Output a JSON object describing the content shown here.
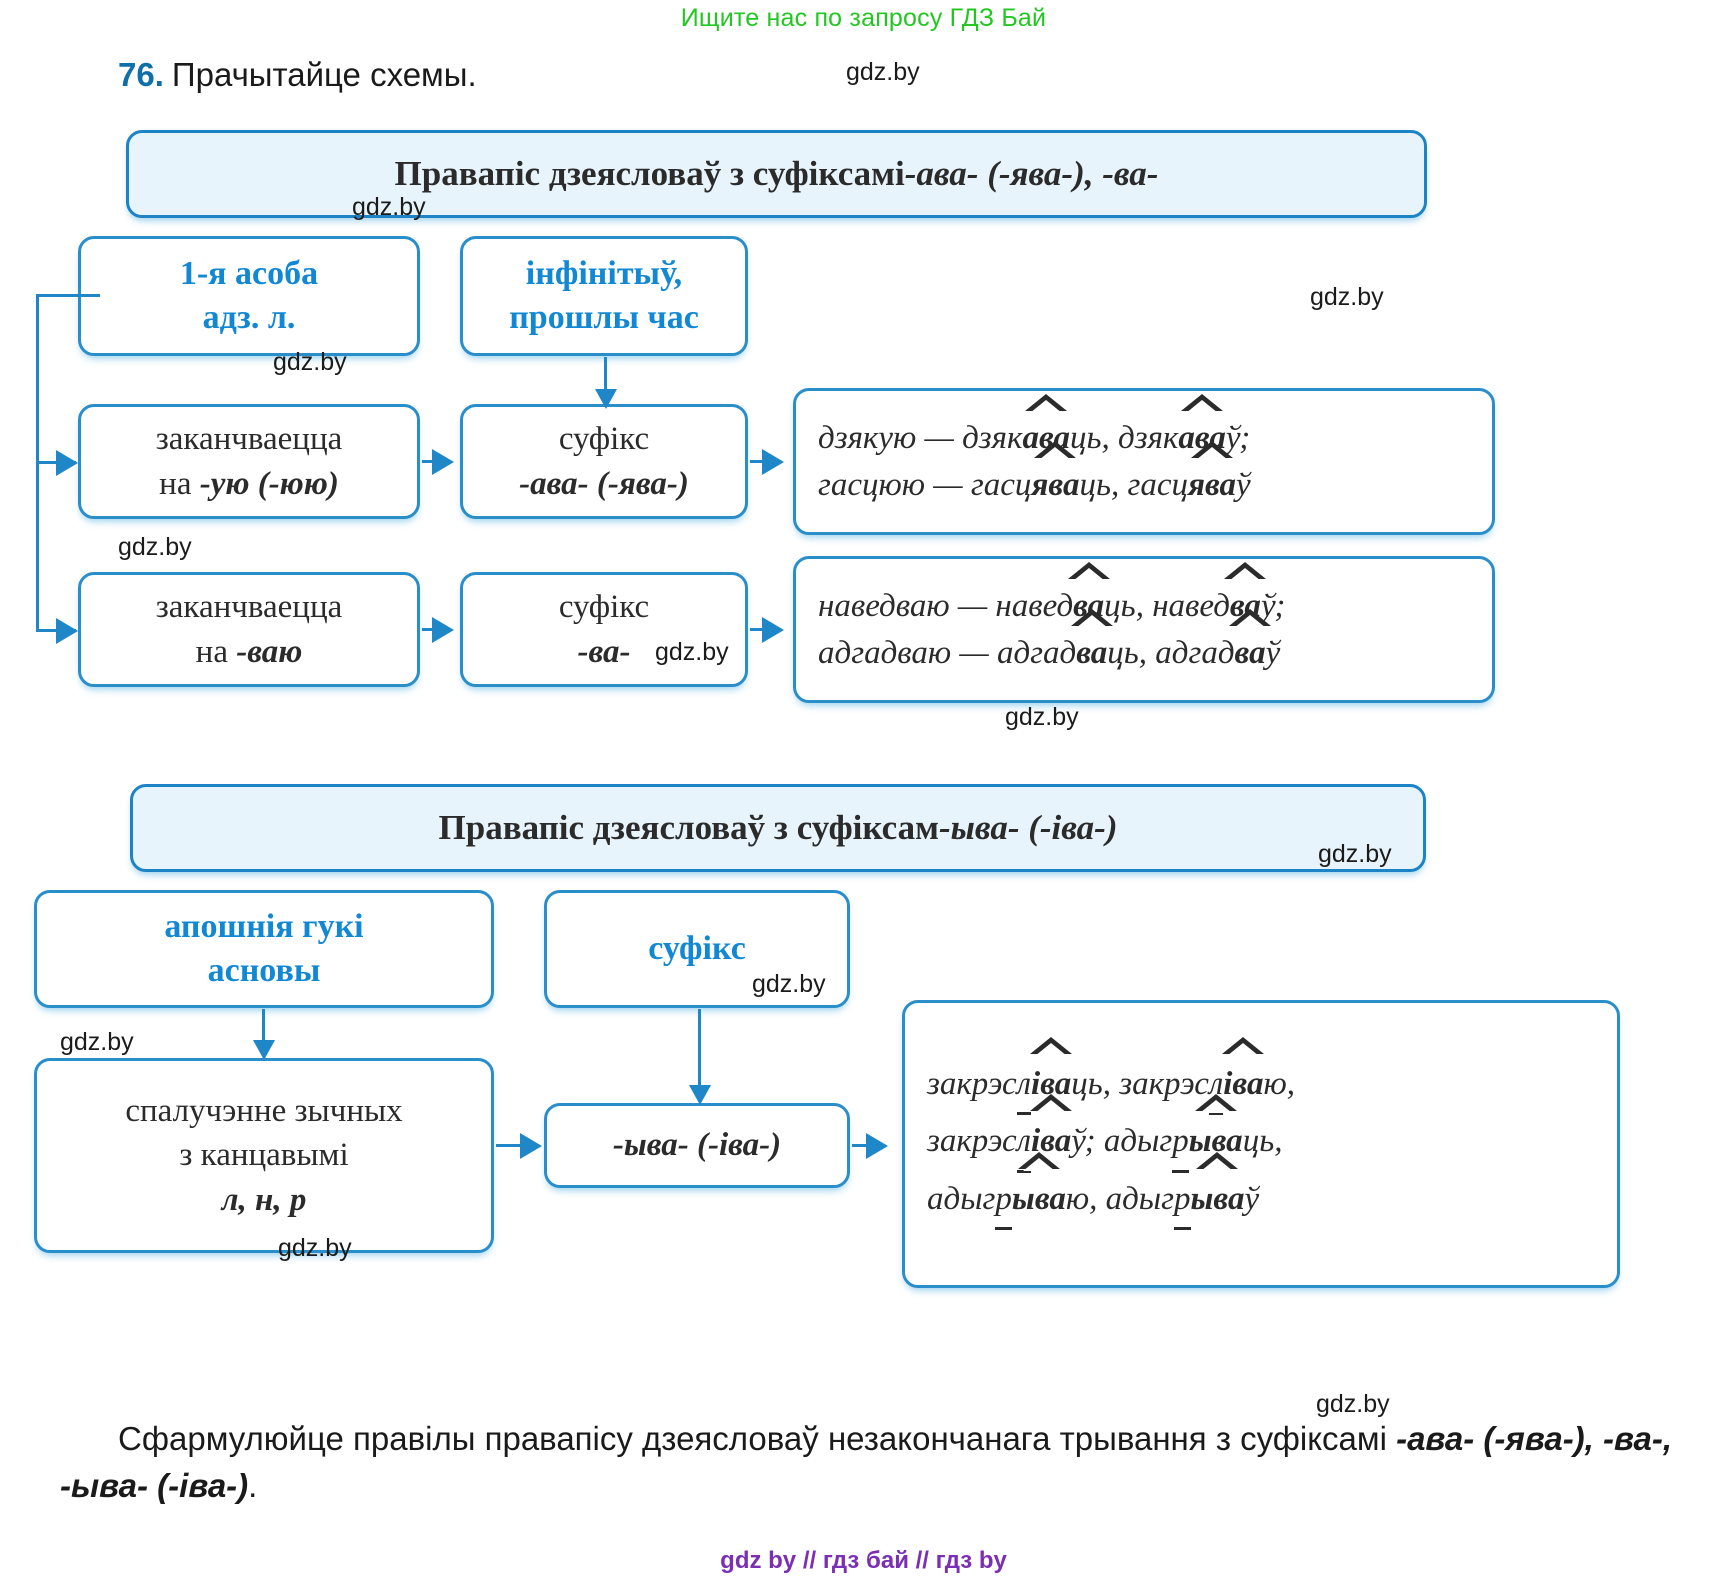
{
  "banners": {
    "top": "Ищите нас по запросу ГДЗ Бай",
    "bottom": "gdz by  //  гдз бай  //  гдз by",
    "watermark": "gdz.by"
  },
  "exercise": {
    "number": "76.",
    "instruction": "Прачытайце схемы."
  },
  "scheme1": {
    "title_main": "Правапіс дзеясловаў з суфіксамі ",
    "title_italic": "-ава- (-ява-), -ва-",
    "node_person": "1-я асоба\nадз. л.",
    "node_person_line1": "1-я асоба",
    "node_person_line2": "адз. л.",
    "node_infinitive_line1": "інфінітыў,",
    "node_infinitive_line2": "прошлы час",
    "row1": {
      "condition_line1": "заканчваецца",
      "condition_line2_plain": "на ",
      "condition_line2_italic": "-ую (-юю)",
      "suffix_label": "суфікс",
      "suffix_value": "-ава- (-ява-)",
      "example_line1": "дзякую — дзяк|ава|ць, дзяк|ава|ў;",
      "example_line2": "гасцюю — гасц|ява|ць, гасц|ява|ў",
      "ex1_a": "дзякую — дзяк",
      "ex1_hat": "ава",
      "ex1_b": "ць, дзяк",
      "ex1_hat2": "ава",
      "ex1_c": "ў;",
      "ex2_a": "гасцюю — гасц",
      "ex2_hat": "ява",
      "ex2_b": "ць, гасц",
      "ex2_hat2": "ява",
      "ex2_c": "ў"
    },
    "row2": {
      "condition_line1": "заканчваецца",
      "condition_line2_plain": "на ",
      "condition_line2_italic": "-ваю",
      "suffix_label": "суфікс",
      "suffix_value": "-ва-",
      "ex1_a": "наведваю — навед",
      "ex1_hat": "ва",
      "ex1_b": "ць, навед",
      "ex1_hat2": "ва",
      "ex1_c": "ў;",
      "ex2_a": "адгадваю — адгад",
      "ex2_hat": "ва",
      "ex2_b": "ць, адгад",
      "ex2_hat2": "ва",
      "ex2_c": "ў"
    }
  },
  "scheme2": {
    "title_main": "Правапіс дзеясловаў з суфіксам ",
    "title_italic": "-ыва- (-іва-)",
    "node_sounds_line1": "апошнія гукі",
    "node_sounds_line2": "асновы",
    "node_suffix_label": "суфікс",
    "node_combo_line1": "спалучэнне зычных",
    "node_combo_line2": "з канцавымі",
    "node_combo_line3": "л, н, р",
    "suffix_value": "-ыва- (-іва-)",
    "ex_l1_a": "закрэс",
    "ex_l1_root": "л",
    "ex_l1_hat": "іва",
    "ex_l1_b": "ць, закрэс",
    "ex_l1_root2": "л",
    "ex_l1_hat2": "іва",
    "ex_l1_c": "ю,",
    "ex_l2_a": "закрэс",
    "ex_l2_root": "л",
    "ex_l2_hat": "іва",
    "ex_l2_b": "ў; адыг",
    "ex_l2_root2": "р",
    "ex_l2_hat2": "ыва",
    "ex_l2_c": "ць,",
    "ex_l3_a": "адыг",
    "ex_l3_root": "р",
    "ex_l3_hat": "ыва",
    "ex_l3_b": "ю, адыг",
    "ex_l3_root2": "р",
    "ex_l3_hat2": "ыва",
    "ex_l3_c": "ў"
  },
  "closing": {
    "part1": "Сфармулюйце правілы правапісу дзеясловаў незакончанага трывання з суфіксамі ",
    "bold": "-ава- (-ява-), -ва-, -ыва- (-іва-)",
    "part2": "."
  },
  "colors": {
    "accent_blue": "#1f86c8",
    "title_fill": "#e7f4fb",
    "label_blue": "#1288d4",
    "banner_green": "#22c722",
    "banner_purple": "#7b2fb5"
  }
}
